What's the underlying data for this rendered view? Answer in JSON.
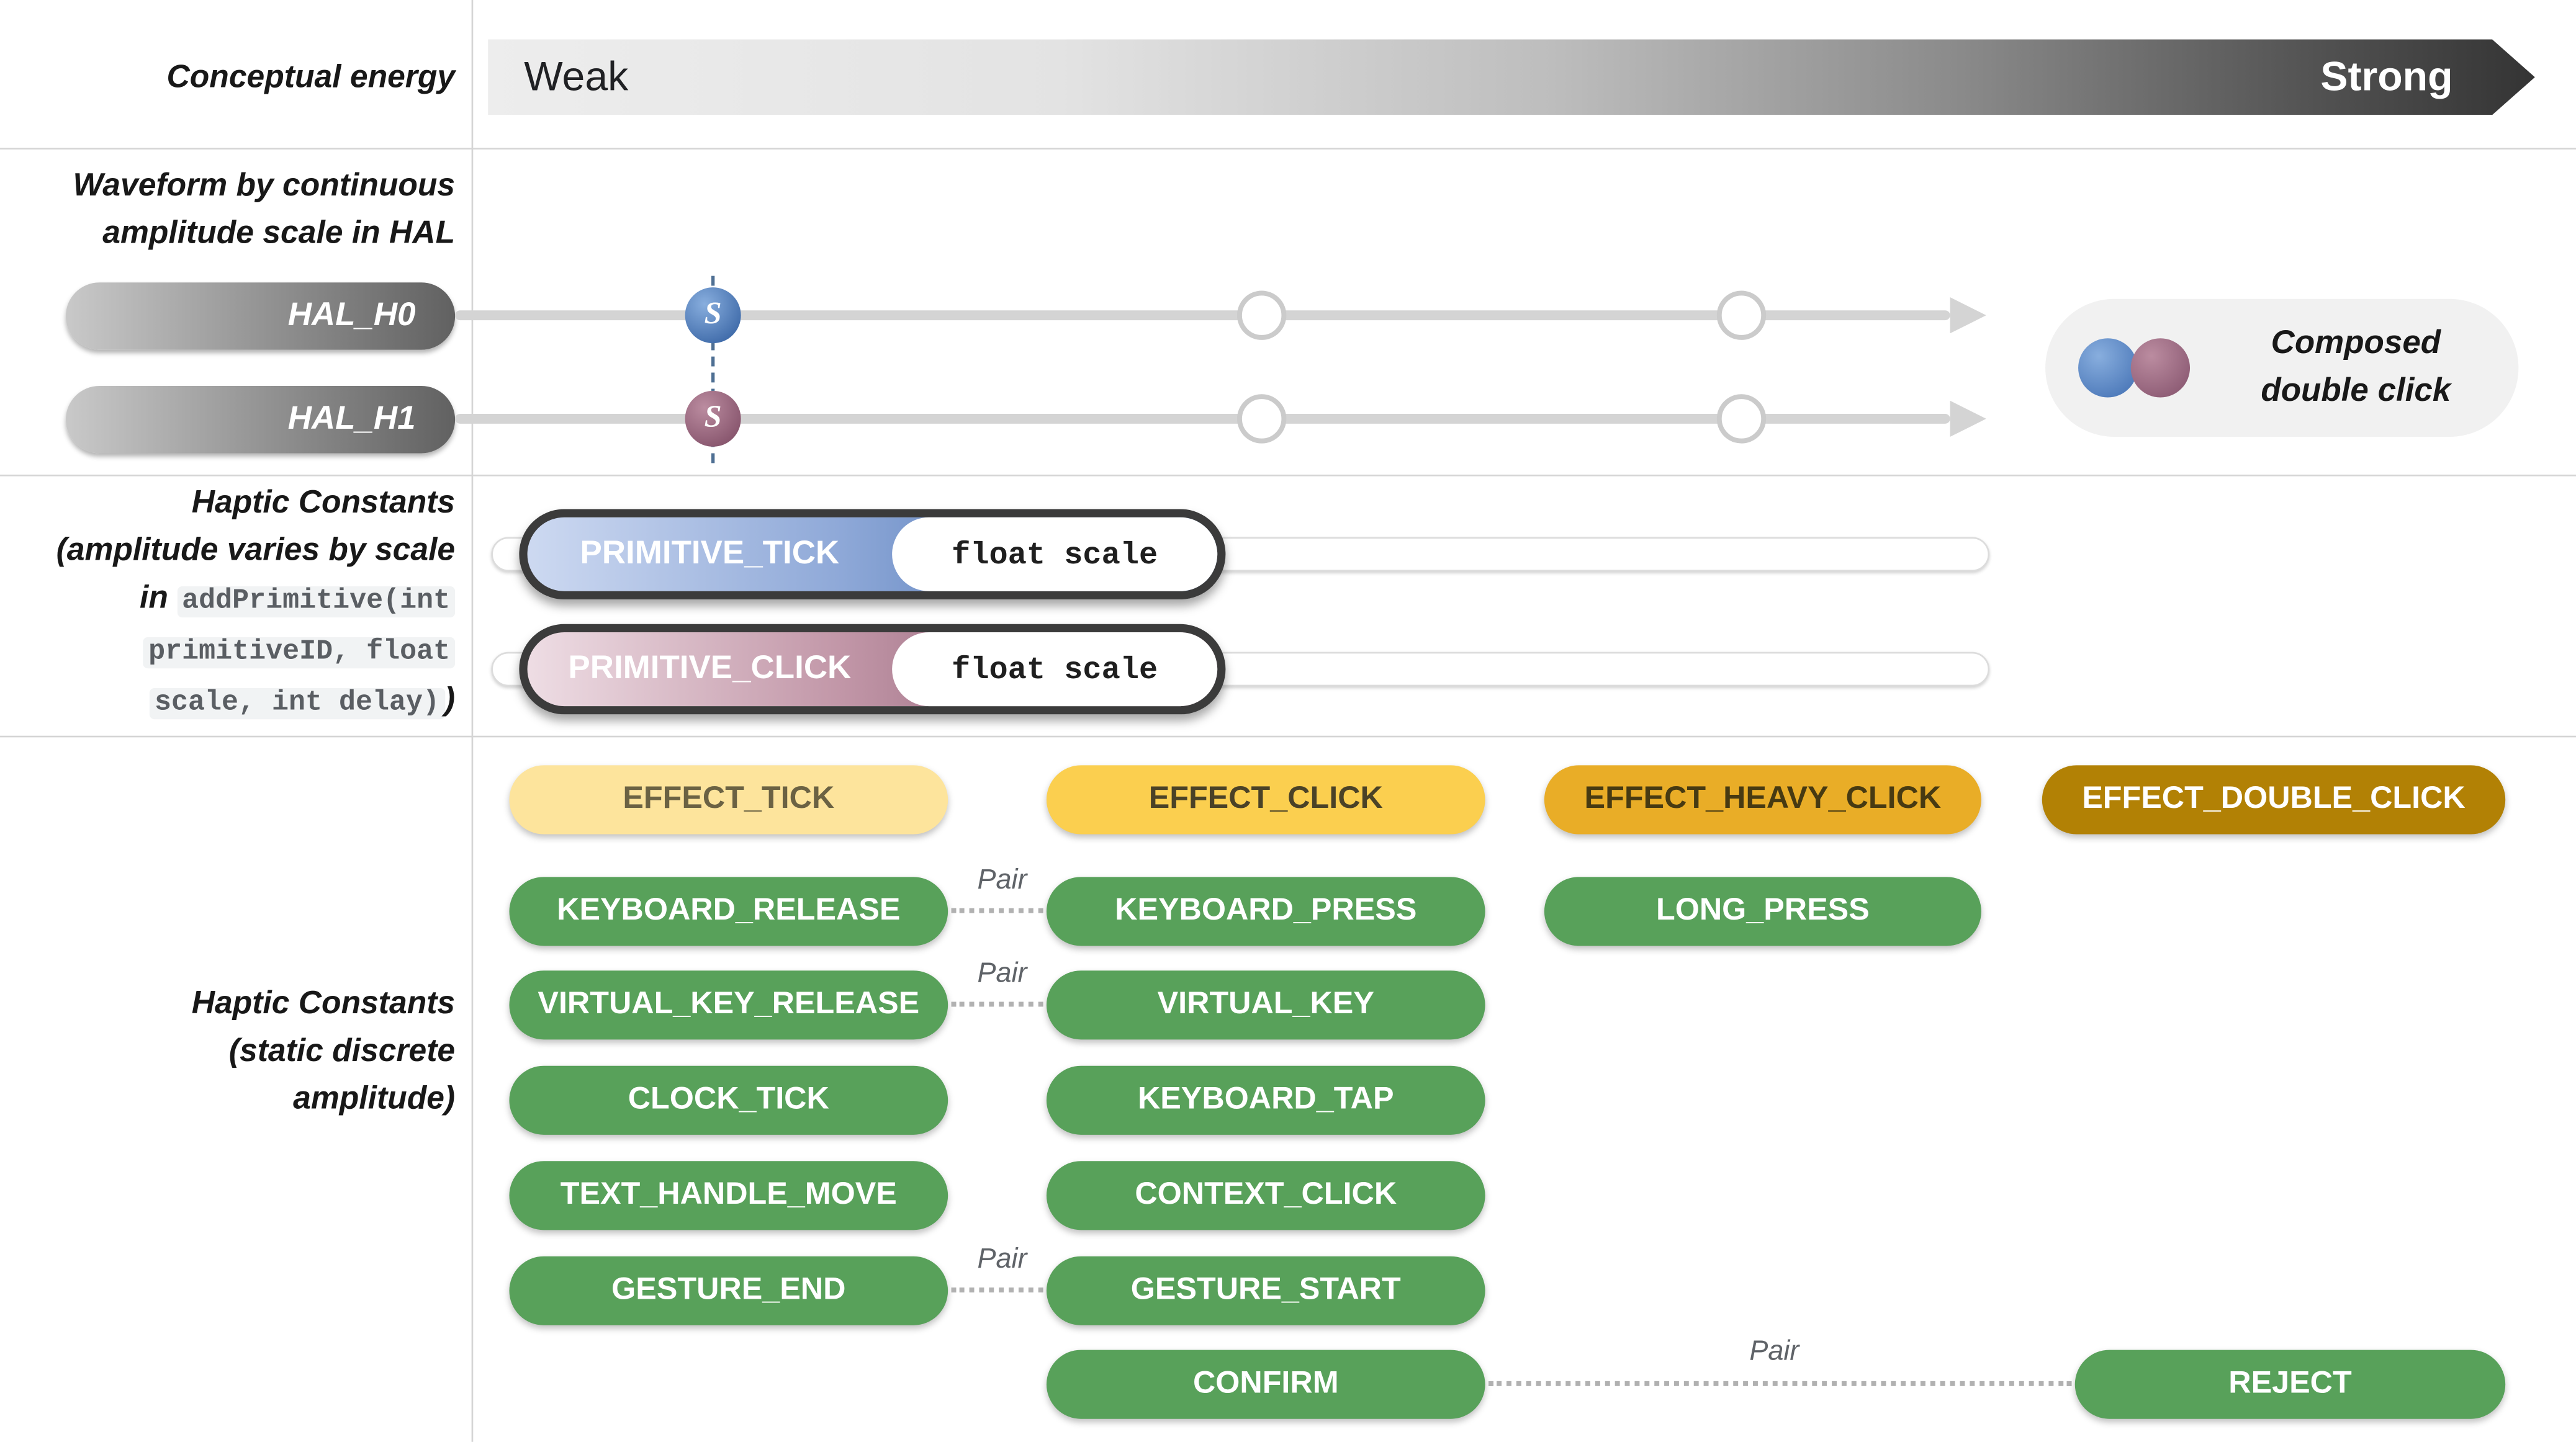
{
  "left_labels": {
    "conceptual_energy": "Conceptual energy",
    "waveform_line1": "Waveform by continuous",
    "waveform_line2": "amplitude scale in HAL",
    "primitives_line1": "Haptic Constants",
    "primitives_line2": "(amplitude varies by scale",
    "primitives_line3_pre": "in ",
    "primitives_line3_code": "addPrimitive(int",
    "primitives_line4_code": "primitiveID, float",
    "primitives_line5_code": "scale, int delay)",
    "primitives_line5_post": ")",
    "constants_line1": "Haptic Constants",
    "constants_line2": "(static discrete",
    "constants_line3": "amplitude)"
  },
  "energy_bar": {
    "weak": "Weak",
    "strong": "Strong"
  },
  "hal": {
    "h0_label": "HAL_H0",
    "h1_label": "HAL_H1",
    "s_marker": "S",
    "composed_line1": "Composed",
    "composed_line2": "double click"
  },
  "primitives": {
    "tick_label": "PRIMITIVE_TICK",
    "tick_param": "float scale",
    "click_label": "PRIMITIVE_CLICK",
    "click_param": "float scale"
  },
  "pair_label": "Pair",
  "constants": {
    "effect_tick": "EFFECT_TICK",
    "effect_click": "EFFECT_CLICK",
    "effect_heavy_click": "EFFECT_HEAVY_CLICK",
    "effect_double_click": "EFFECT_DOUBLE_CLICK",
    "keyboard_release": "KEYBOARD_RELEASE",
    "keyboard_press": "KEYBOARD_PRESS",
    "long_press": "LONG_PRESS",
    "virtual_key_release": "VIRTUAL_KEY_RELEASE",
    "virtual_key": "VIRTUAL_KEY",
    "clock_tick": "CLOCK_TICK",
    "keyboard_tap": "KEYBOARD_TAP",
    "text_handle_move": "TEXT_HANDLE_MOVE",
    "context_click": "CONTEXT_CLICK",
    "gesture_end": "GESTURE_END",
    "gesture_start": "GESTURE_START",
    "confirm": "CONFIRM",
    "reject": "REJECT"
  },
  "colors": {
    "green": "#58a15a",
    "effect_tick_bg": "#fde49c",
    "effect_click_bg": "#fbcf4f",
    "effect_heavy_click_bg": "#e9ad27",
    "effect_double_click_bg": "#b28105",
    "primitive_tick_blue": "#2f5da4",
    "primitive_click_mauve": "#7a4760",
    "hal_h0_node_blue": "#2d5a9c",
    "hal_h1_node_mauve": "#7a4760",
    "divider_gray": "#d5d5d5"
  }
}
